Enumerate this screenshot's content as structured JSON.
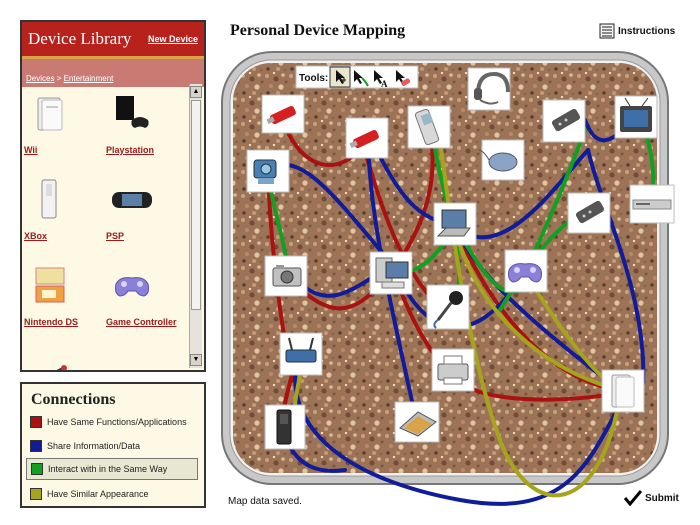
{
  "library": {
    "title": "Device Library",
    "new_device": "New Device",
    "breadcrumb": {
      "parent": "Devices",
      "separator": " > ",
      "current": "Entertainment"
    },
    "items": [
      {
        "label": "Wii",
        "icon": "wii-console-icon"
      },
      {
        "label": "Playstation",
        "icon": "playstation-console-icon"
      },
      {
        "label": "XBox",
        "icon": "xbox-console-icon"
      },
      {
        "label": "PSP",
        "icon": "psp-handheld-icon"
      },
      {
        "label": "Nintendo DS",
        "icon": "nintendo-ds-icon"
      },
      {
        "label": "Game Controller",
        "icon": "game-controller-icon"
      }
    ]
  },
  "connections": {
    "title": "Connections",
    "items": [
      {
        "label": "Have Same Functions/Applications",
        "color": "#aa1111"
      },
      {
        "label": "Share Information/Data",
        "color": "#101c9a"
      },
      {
        "label": "Interact with in the Same Way",
        "color": "#11a022",
        "selected": true
      },
      {
        "label": "Have Similar Appearance",
        "color": "#a6a41a"
      }
    ]
  },
  "header": {
    "title": "Personal Device Mapping",
    "instructions": "Instructions"
  },
  "tools": {
    "label": "Tools:",
    "items": [
      "move-tool-icon",
      "connect-tool-icon",
      "text-tool-icon",
      "eraser-tool-icon"
    ]
  },
  "board_devices": [
    {
      "name": "usb-drive-1",
      "icon": "usb-drive-icon"
    },
    {
      "name": "usb-drive-2",
      "icon": "usb-drive-icon"
    },
    {
      "name": "mobile-phone",
      "icon": "mobile-phone-icon"
    },
    {
      "name": "headset",
      "icon": "headset-icon"
    },
    {
      "name": "remote-control-1",
      "icon": "remote-control-icon"
    },
    {
      "name": "television",
      "icon": "television-icon"
    },
    {
      "name": "webcam",
      "icon": "webcam-icon"
    },
    {
      "name": "mouse",
      "icon": "mouse-icon"
    },
    {
      "name": "dvd-player",
      "icon": "dvd-player-icon"
    },
    {
      "name": "laptop",
      "icon": "laptop-icon"
    },
    {
      "name": "remote-control-2",
      "icon": "remote-control-icon"
    },
    {
      "name": "digital-camera",
      "icon": "digital-camera-icon"
    },
    {
      "name": "desktop-computer",
      "icon": "desktop-computer-icon"
    },
    {
      "name": "game-controller",
      "icon": "game-controller-icon"
    },
    {
      "name": "microphone",
      "icon": "microphone-icon"
    },
    {
      "name": "wireless-router",
      "icon": "wireless-router-icon"
    },
    {
      "name": "printer",
      "icon": "printer-icon"
    },
    {
      "name": "xbox",
      "icon": "xbox-console-icon"
    },
    {
      "name": "scanner",
      "icon": "scanner-icon"
    },
    {
      "name": "wii",
      "icon": "wii-console-icon"
    }
  ],
  "status": "Map data saved.",
  "submit": "Submit"
}
